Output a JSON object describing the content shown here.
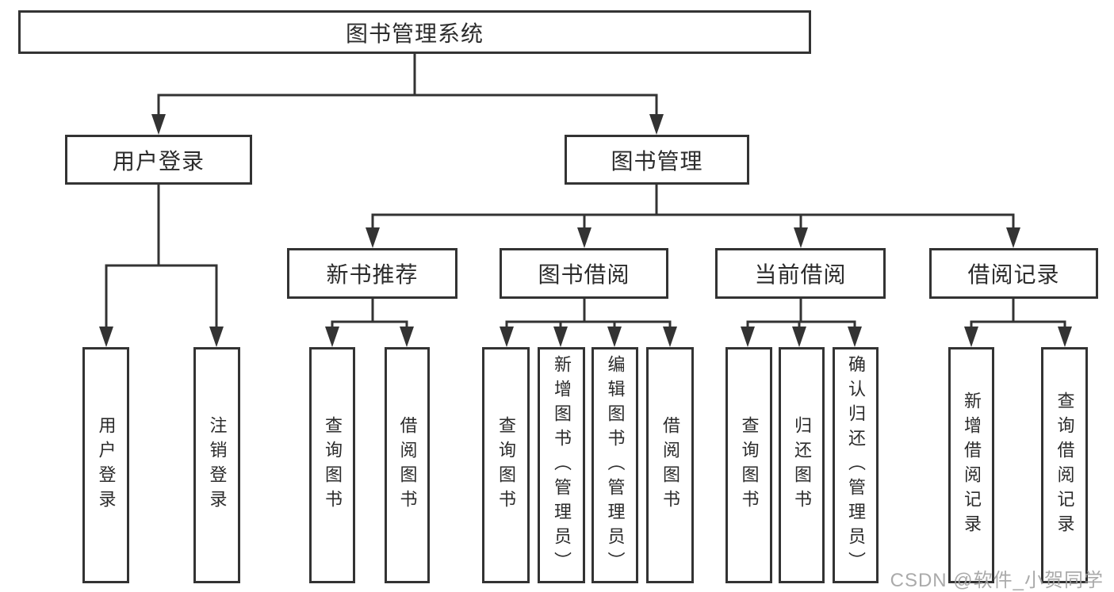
{
  "diagram": {
    "root": "图书管理系统",
    "branches": [
      {
        "label": "用户登录",
        "children": [
          "用户登录",
          "注销登录"
        ]
      },
      {
        "label": "图书管理",
        "sections": [
          {
            "label": "新书推荐",
            "children": [
              "查询图书",
              "借阅图书"
            ]
          },
          {
            "label": "图书借阅",
            "children": [
              "查询图书",
              "新增图书（管理员）",
              "编辑图书（管理员）",
              "借阅图书"
            ]
          },
          {
            "label": "当前借阅",
            "children": [
              "查询图书",
              "归还图书",
              "确认归还（管理员）"
            ]
          },
          {
            "label": "借阅记录",
            "children": [
              "新增借阅记录",
              "查询借阅记录"
            ]
          }
        ]
      }
    ]
  },
  "watermark": "CSDN @软件_小贺同学",
  "colors": {
    "line": "#333333",
    "background": "#ffffff",
    "watermark": "#9e9e9e"
  }
}
